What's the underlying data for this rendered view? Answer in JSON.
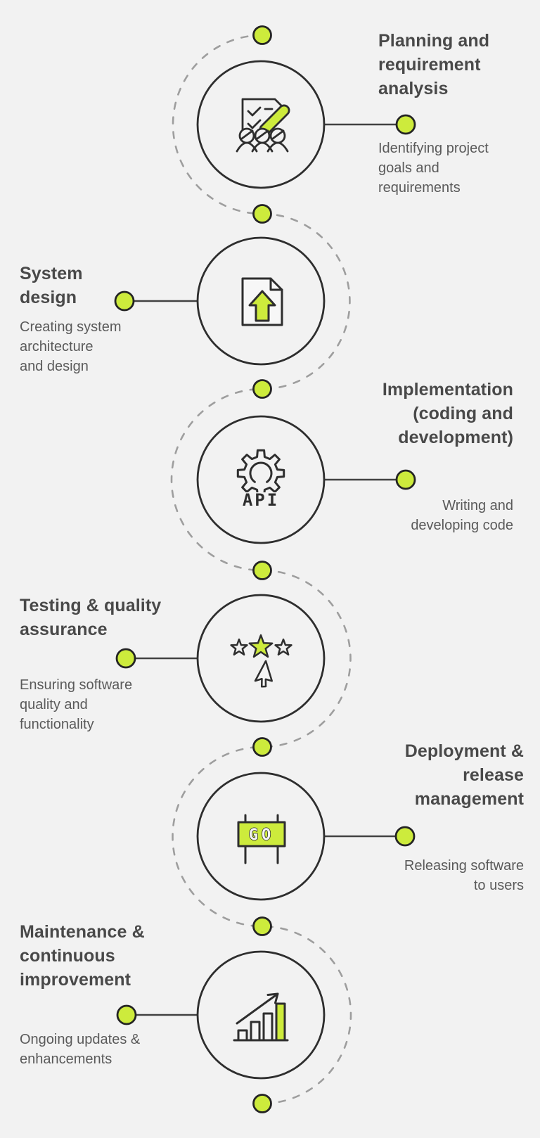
{
  "infographic": {
    "background": "#f2f2f2",
    "accent_green": "#cdeb3c",
    "outline_ink": "#2e2e2e",
    "dashed_line_gray": "#9e9e9e",
    "title_color": "#494949",
    "description_color": "#5a5a5a"
  },
  "stages": [
    {
      "side": "right",
      "icon": "checklist-team-icon",
      "title": "Planning and requirement analysis",
      "title_lines": [
        "Planning and",
        "requirement",
        "analysis"
      ],
      "description": "Identifying project goals and requirements",
      "description_lines": [
        "Identifying project",
        "goals and",
        "requirements"
      ]
    },
    {
      "side": "left",
      "icon": "document-upload-icon",
      "title": "System design",
      "title_lines": [
        "System",
        "design"
      ],
      "description": "Creating system architecture and design",
      "description_lines": [
        "Creating system",
        "architecture",
        "and design"
      ]
    },
    {
      "side": "right",
      "icon": "api-gear-icon",
      "icon_text": "API",
      "title": "Implementation (coding and development)",
      "title_lines": [
        "Implementation",
        "(coding and",
        "development)"
      ],
      "description": "Writing and developing code",
      "description_lines": [
        "Writing and",
        "developing code"
      ]
    },
    {
      "side": "left",
      "icon": "star-rating-icon",
      "title": "Testing & quality assurance",
      "title_lines": [
        "Testing & quality",
        "assurance"
      ],
      "description": "Ensuring software quality and functionality",
      "description_lines": [
        "Ensuring software",
        "quality and",
        "functionality"
      ]
    },
    {
      "side": "right",
      "icon": "go-sign-icon",
      "icon_text": "GO",
      "title": "Deployment & release management",
      "title_lines": [
        "Deployment &",
        "release",
        "management"
      ],
      "description": "Releasing software to users",
      "description_lines": [
        "Releasing software",
        "to users"
      ]
    },
    {
      "side": "left",
      "icon": "growth-chart-icon",
      "title": "Maintenance & continuous improvement",
      "title_lines": [
        "Maintenance &",
        "continuous",
        "improvement"
      ],
      "description": "Ongoing updates & enhancements",
      "description_lines": [
        "Ongoing updates &",
        "enhancements"
      ]
    }
  ]
}
